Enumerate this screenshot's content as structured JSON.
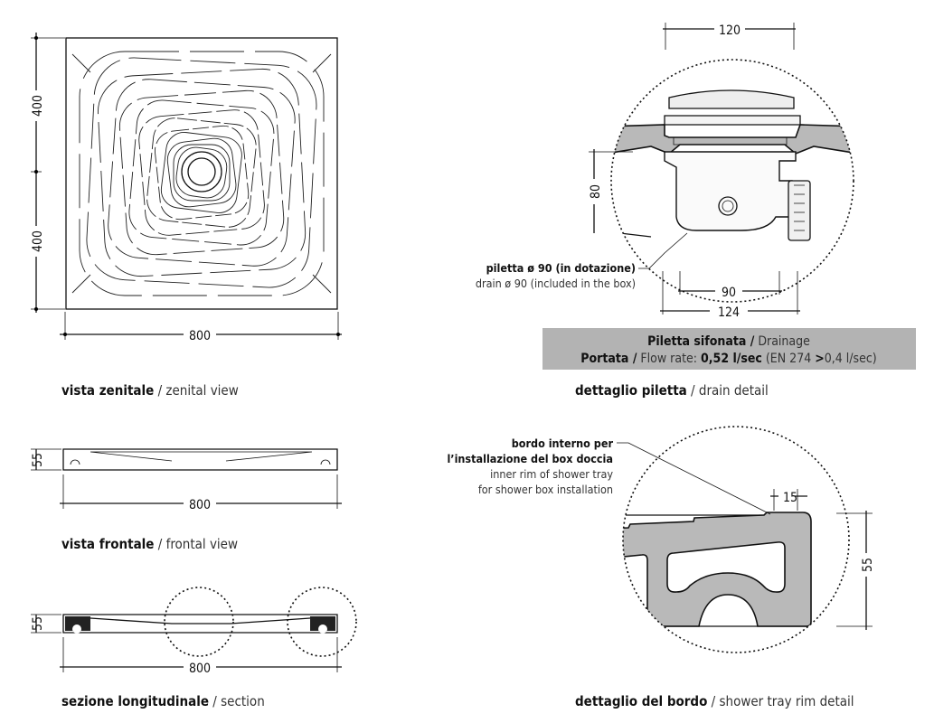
{
  "views": {
    "zenital": {
      "caption_it": "vista zenitale",
      "caption_en": "zenital view",
      "dim_top": "400",
      "dim_bottom": "400",
      "dim_width": "800"
    },
    "frontal": {
      "caption_it": "vista frontale",
      "caption_en": "frontal view",
      "dim_height": "55",
      "dim_width": "800"
    },
    "section": {
      "caption_it": "sezione longitudinale",
      "caption_en": "section",
      "dim_height": "55",
      "dim_width": "800"
    }
  },
  "drain_detail": {
    "caption_it": "dettaglio piletta",
    "caption_en": "drain detail",
    "dim_top": "120",
    "dim_height": "80",
    "dim_inner": "90",
    "dim_outer": "124",
    "label_it": "piletta ø 90 (in dotazione)",
    "label_en": "drain ø 90 (included in the box)",
    "info": {
      "line1_it": "Piletta sifonata /",
      "line1_en": "Drainage",
      "line2_it": "Portata /",
      "line2_en": "Flow rate:",
      "flow_value": "0,52 l/sec",
      "norm_prefix": "(EN 274",
      "norm_gt": ">",
      "norm_value": "0,4 l/sec)"
    }
  },
  "rim_detail": {
    "caption_it": "dettaglio del bordo",
    "caption_en": "shower tray rim detail",
    "label_it_1": "bordo interno per",
    "label_it_2": "l’installazione del box doccia",
    "label_en_1": "inner rim of shower tray",
    "label_en_2": "for shower box installation",
    "dim_width": "15",
    "dim_height": "55"
  },
  "colors": {
    "fill_gray": "#b9b9b9",
    "info_box": "#b3b3b3"
  }
}
